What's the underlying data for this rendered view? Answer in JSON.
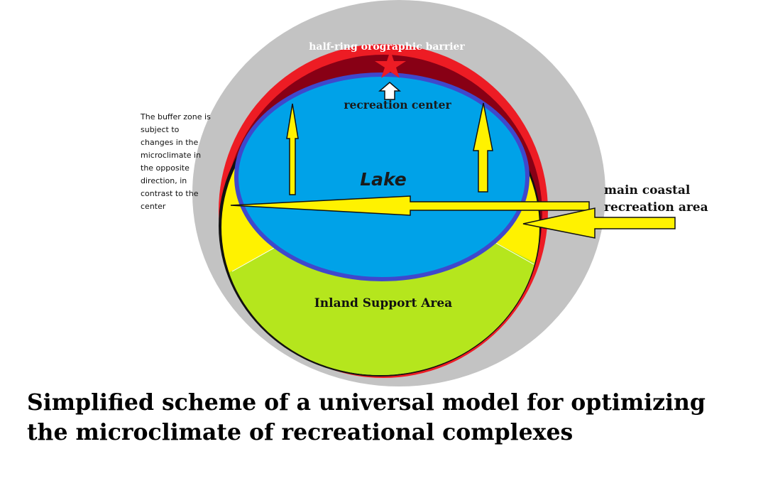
{
  "labels": {
    "barrier": "half-ring orographic barrier",
    "center": "recreation center",
    "lake": "Lake",
    "coastal": "main coastal\nrecreation area",
    "buffer_note": "The buffer zone is subject to changes in the microclimate in the opposite direction, in contrast to the center",
    "inland": "Inland Support Area"
  },
  "caption": "Simplified scheme of a universal model for optimizing\nthe microclimate of recreational complexes",
  "colors": {
    "outer_ring": "#c3c3c3",
    "red_ring": "#ed1c24",
    "barrier": "#880015",
    "buffer_zone": "#fff200",
    "lake": "#00a2e8",
    "lake_border": "#3f48cc",
    "inland": "#b5e61d",
    "arrows": "#fff200",
    "star": "#ed1c24"
  },
  "icons": [
    "star-icon",
    "up-arrow-icon"
  ]
}
